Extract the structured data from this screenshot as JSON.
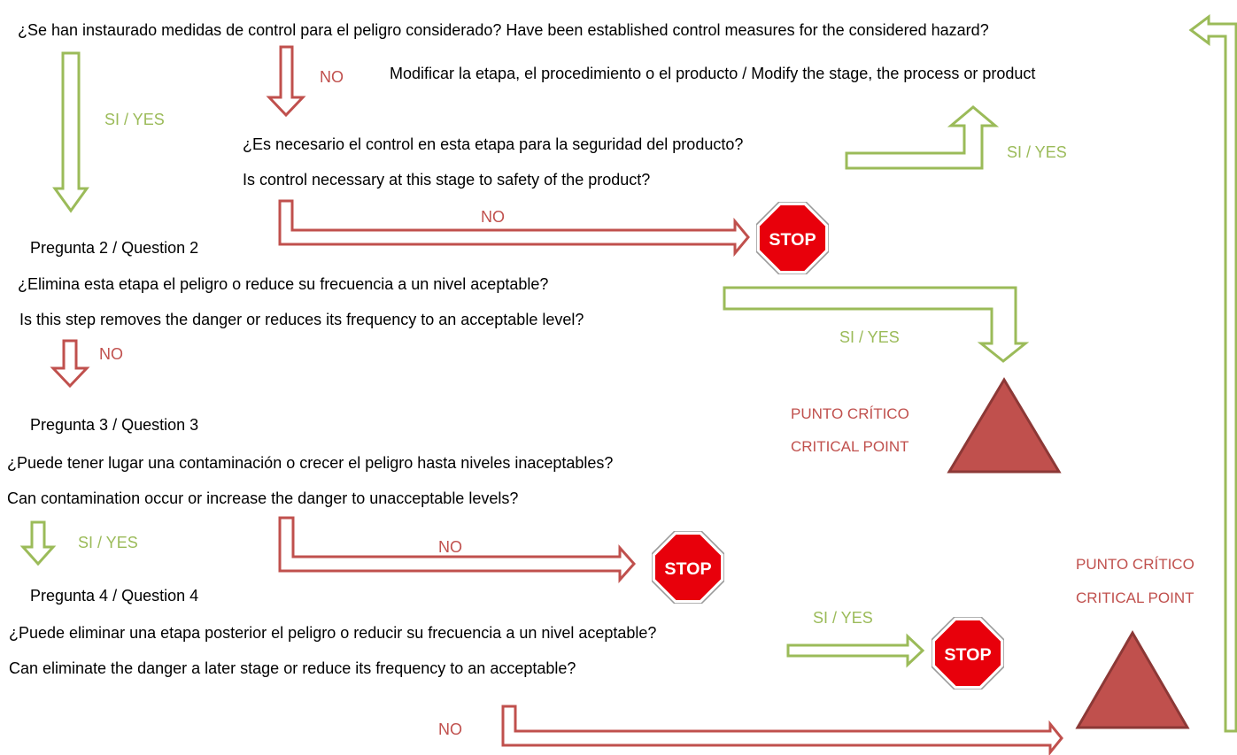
{
  "question1": {
    "spanish": "¿Se han instaurado medidas de control para el peligro considerado?",
    "english": "Have been established control measures for the considered hazard?"
  },
  "modify_action": "Modificar la etapa, el procedimiento o el producto / Modify the stage, the process or product",
  "control_question": {
    "spanish": "¿Es necesario el control en esta etapa para la seguridad del producto?",
    "english": "Is control necessary at this stage to safety of the product?"
  },
  "question2": {
    "heading": "Pregunta 2 / Question 2",
    "spanish": "¿Elimina esta etapa el peligro o reduce su frecuencia a un nivel aceptable?",
    "english": "Is this step removes the danger or reduces its frequency to an acceptable level?"
  },
  "question3": {
    "heading": "Pregunta 3 / Question 3",
    "spanish": "¿Puede tener lugar una contaminación o crecer el peligro hasta niveles inaceptables?",
    "english": "Can contamination occur or increase the danger to unacceptable levels?"
  },
  "question4": {
    "heading": "Pregunta 4 / Question 4",
    "spanish": "¿Puede eliminar una etapa posterior el peligro o reducir su frecuencia a un nivel aceptable?",
    "english": "Can eliminate the danger a later stage or reduce its frequency to an acceptable?"
  },
  "labels": {
    "yes": "SI / YES",
    "no": "NO",
    "stop": "STOP",
    "critical_point_es": "PUNTO CRÍTICO",
    "critical_point_en": "CRITICAL POINT"
  },
  "colors": {
    "yes_green": "#9bbb59",
    "no_red": "#c0504d",
    "triangle_fill": "#c0504d",
    "triangle_stroke": "#8c3836",
    "stop_red": "#e8000b"
  }
}
